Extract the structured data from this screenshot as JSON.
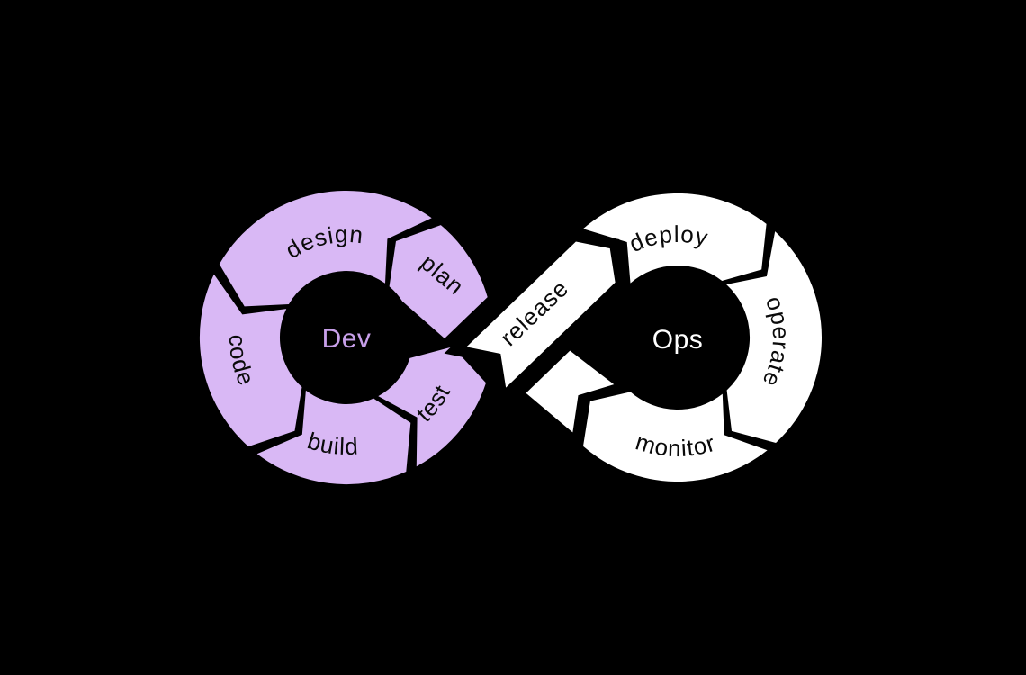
{
  "diagram": {
    "name": "devops-infinity-loop",
    "background": "#000000",
    "colors": {
      "dev_fill": "#d9b8f5",
      "ops_fill": "#ffffff",
      "segment_text": "#0a0a0a",
      "dev_center_text": "#c8a0ea",
      "ops_center_text": "#ffffff",
      "gap": "#000000"
    },
    "dev_loop": {
      "center_label": "Dev",
      "segments": [
        {
          "label": "design"
        },
        {
          "label": "plan"
        },
        {
          "label": "code"
        },
        {
          "label": "build"
        },
        {
          "label": "test"
        }
      ]
    },
    "ops_loop": {
      "center_label": "Ops",
      "segments": [
        {
          "label": "release"
        },
        {
          "label": "deploy"
        },
        {
          "label": "operate"
        },
        {
          "label": "monitor"
        }
      ]
    }
  }
}
